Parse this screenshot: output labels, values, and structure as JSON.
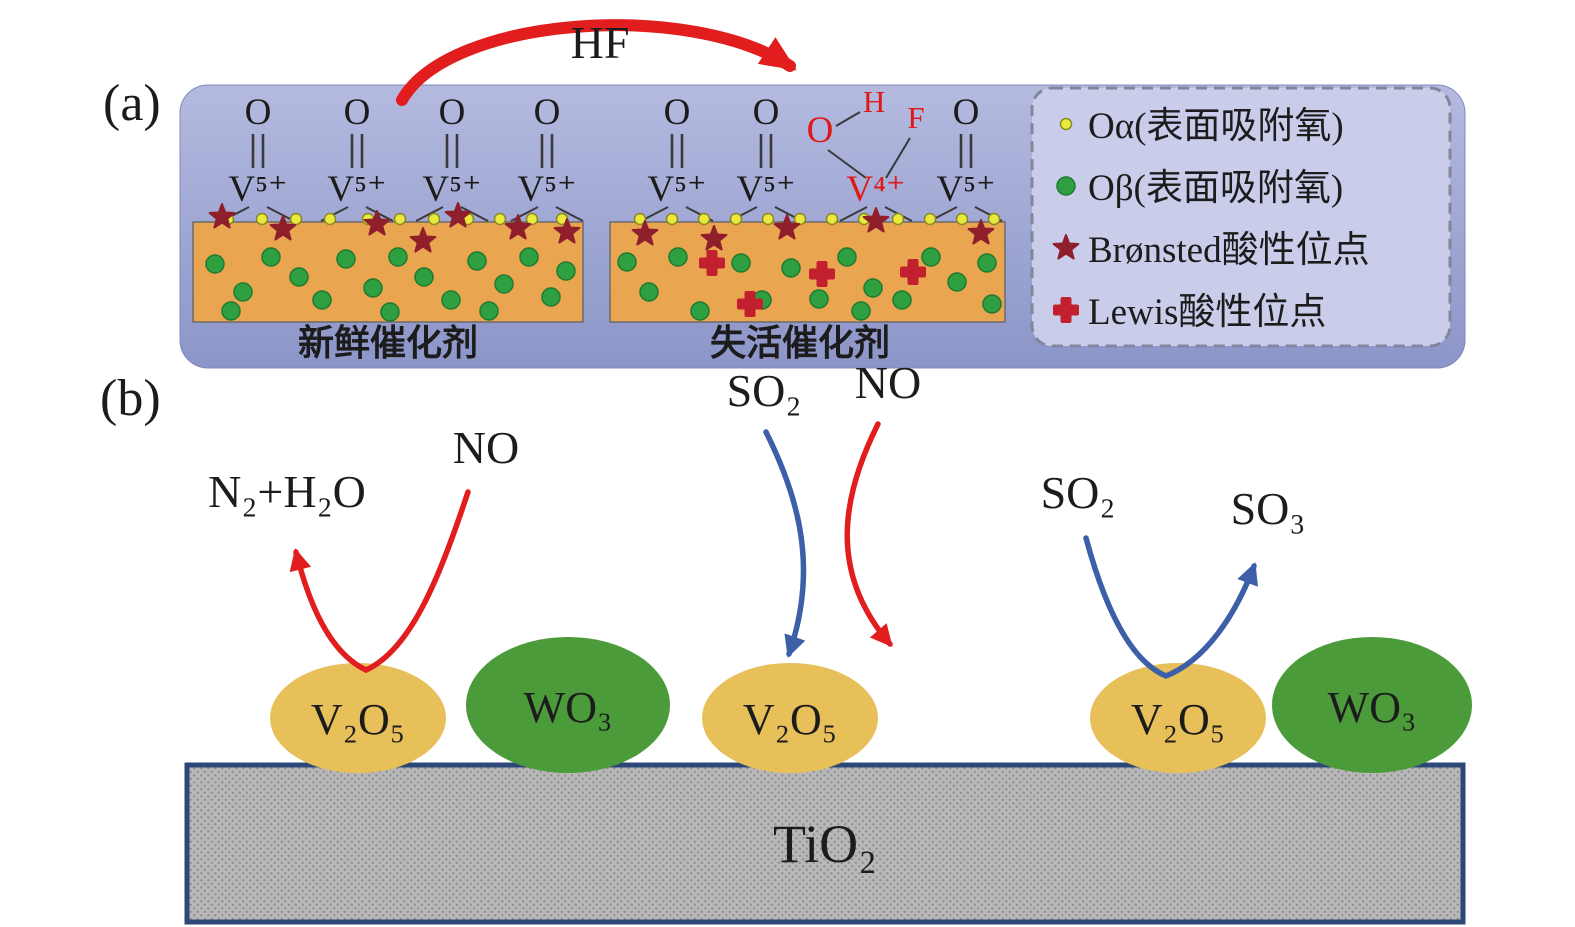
{
  "figure": {
    "panel_a_label": "(a)",
    "panel_b_label": "(b)"
  },
  "panel_a": {
    "hf_label": "HF",
    "o_atom": "O",
    "v5_atom": "V⁵⁺",
    "v4_atom": "V⁴⁺",
    "o_red_atom": "O",
    "h_atom": "H",
    "f_atom": "F",
    "fresh_label": "新鲜催化剂",
    "deactivated_label": "失活催化剂",
    "legend": {
      "items": [
        {
          "marker": "o-alpha-dot",
          "label": "Oα(表面吸附氧)"
        },
        {
          "marker": "o-beta-dot",
          "label": "Oβ(表面吸附氧)"
        },
        {
          "marker": "bronsted-star",
          "label": "Brønsted酸性位点"
        },
        {
          "marker": "lewis-cross",
          "label": "Lewis酸性位点"
        }
      ]
    }
  },
  "panel_b": {
    "n2_h2o_label": "N₂+H₂O",
    "no_left_label": "NO",
    "so2_mid_label": "SO₂",
    "no_mid_label": "NO",
    "so2_right_label": "SO₂",
    "so3_right_label": "SO₃",
    "v2o5_label": "V₂O₅",
    "wo3_label": "WO₃",
    "tio2_label": "TiO₂"
  },
  "colors": {
    "panel_a_bg_top": "#b4badf",
    "panel_a_bg_bottom": "#8c95c8",
    "catalyst_block": "#eaa550",
    "o_alpha_dot": "#e9e93e",
    "o_beta_dot": "#2fa042",
    "bronsted_star": "#8e1f2b",
    "lewis_cross": "#c2202e",
    "red_arrow": "#e11d1d",
    "blue_arrow": "#3c5fa7",
    "v2o5_fill": "#e7c05a",
    "wo3_fill": "#4c9b3b",
    "tio2_fill": "#b8b8b8",
    "tio2_border": "#2d4778",
    "legend_bg": "#c9cdea"
  }
}
